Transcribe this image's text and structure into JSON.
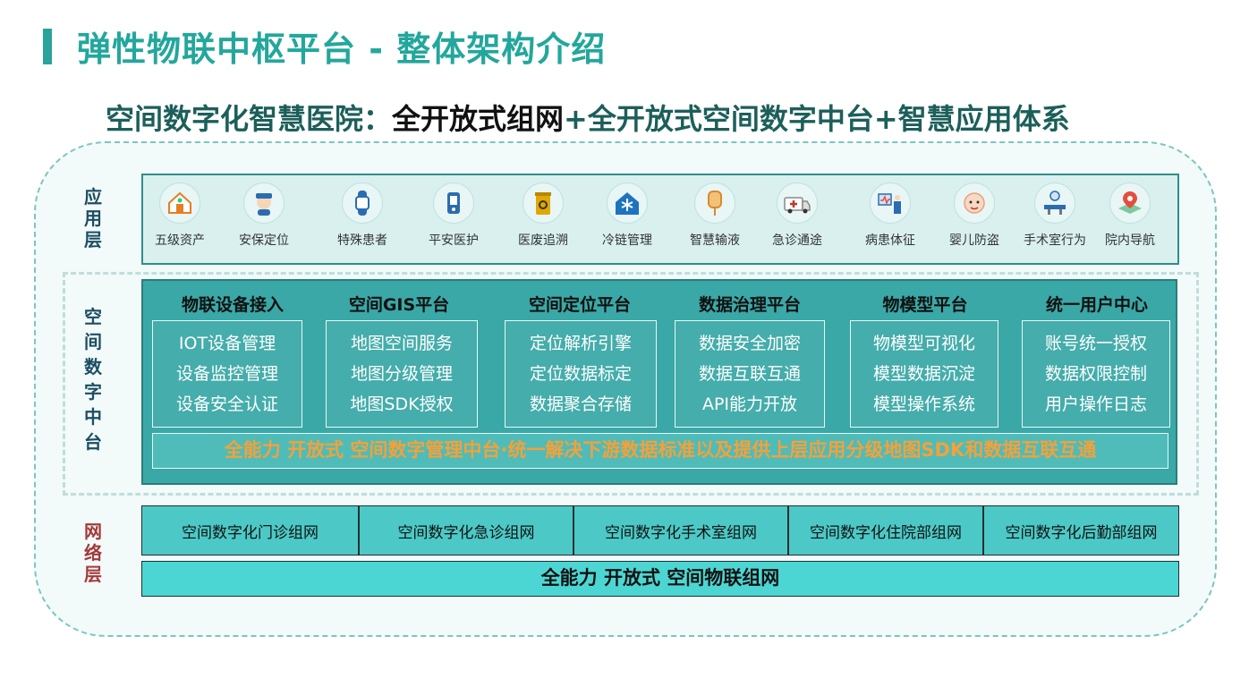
{
  "title": "弹性物联中枢平台 - 整体架构介绍",
  "subtitle": {
    "part1": "空间数字化智慧医院：",
    "part2": "全开放式组网",
    "plus1": "+",
    "part3": "全开放式空间数字中台",
    "plus2": "+",
    "part4": "智慧应用体系"
  },
  "layers": {
    "app": [
      "应",
      "用",
      "层"
    ],
    "middle": [
      "空",
      "间",
      "数",
      "字",
      "中",
      "台"
    ],
    "network": [
      "网",
      "络",
      "层"
    ]
  },
  "apps": [
    {
      "label": "五级资产",
      "icon": "house-hand-icon",
      "color": "#e67e22"
    },
    {
      "label": "安保定位",
      "icon": "security-guard-icon",
      "color": "#2b6cb0"
    },
    {
      "label": "特殊患者",
      "icon": "wristband-icon",
      "color": "#2b6cb0"
    },
    {
      "label": "平安医护",
      "icon": "badge-device-icon",
      "color": "#2b6cb0"
    },
    {
      "label": "医废追溯",
      "icon": "biohazard-bin-icon",
      "color": "#e0a800"
    },
    {
      "label": "冷链管理",
      "icon": "snowflake-house-icon",
      "color": "#1e73be"
    },
    {
      "label": "智慧输液",
      "icon": "iv-bag-icon",
      "color": "#d98a2b"
    },
    {
      "label": "急诊通途",
      "icon": "ambulance-icon",
      "color": "#c0392b"
    },
    {
      "label": "病患体征",
      "icon": "patient-monitor-icon",
      "color": "#2b6cb0"
    },
    {
      "label": "婴儿防盗",
      "icon": "baby-icon",
      "color": "#e8a07a"
    },
    {
      "label": "手术室行为",
      "icon": "surgery-room-icon",
      "color": "#2b6cb0"
    },
    {
      "label": "院内导航",
      "icon": "map-pin-icon",
      "color": "#e74c3c"
    }
  ],
  "modules": [
    {
      "title": "物联设备接入",
      "items": [
        "IOT设备管理",
        "设备监控管理",
        "设备安全认证"
      ]
    },
    {
      "title": "空间GIS平台",
      "items": [
        "地图空间服务",
        "地图分级管理",
        "地图SDK授权"
      ]
    },
    {
      "title": "空间定位平台",
      "items": [
        "定位解析引擎",
        "定位数据标定",
        "数据聚合存储"
      ]
    },
    {
      "title": "数据治理平台",
      "items": [
        "数据安全加密",
        "数据互联互通",
        "API能力开放"
      ]
    },
    {
      "title": "物模型平台",
      "items": [
        "物模型可视化",
        "模型数据沉淀",
        "模型操作系统"
      ]
    },
    {
      "title": "统一用户中心",
      "items": [
        "账号统一授权",
        "数据权限控制",
        "用户操作日志"
      ]
    }
  ],
  "banner": "全能力 开放式 空间数字管理中台·统一解决下游数据标准以及提供上层应用分级地图SDK和数据互联互通",
  "networks": [
    "空间数字化门诊组网",
    "空间数字化急诊组网",
    "空间数字化手术室组网",
    "空间数字化住院部组网",
    "空间数字化后勤部组网"
  ],
  "network_bottom": "全能力 开放式 空间物联组网"
}
